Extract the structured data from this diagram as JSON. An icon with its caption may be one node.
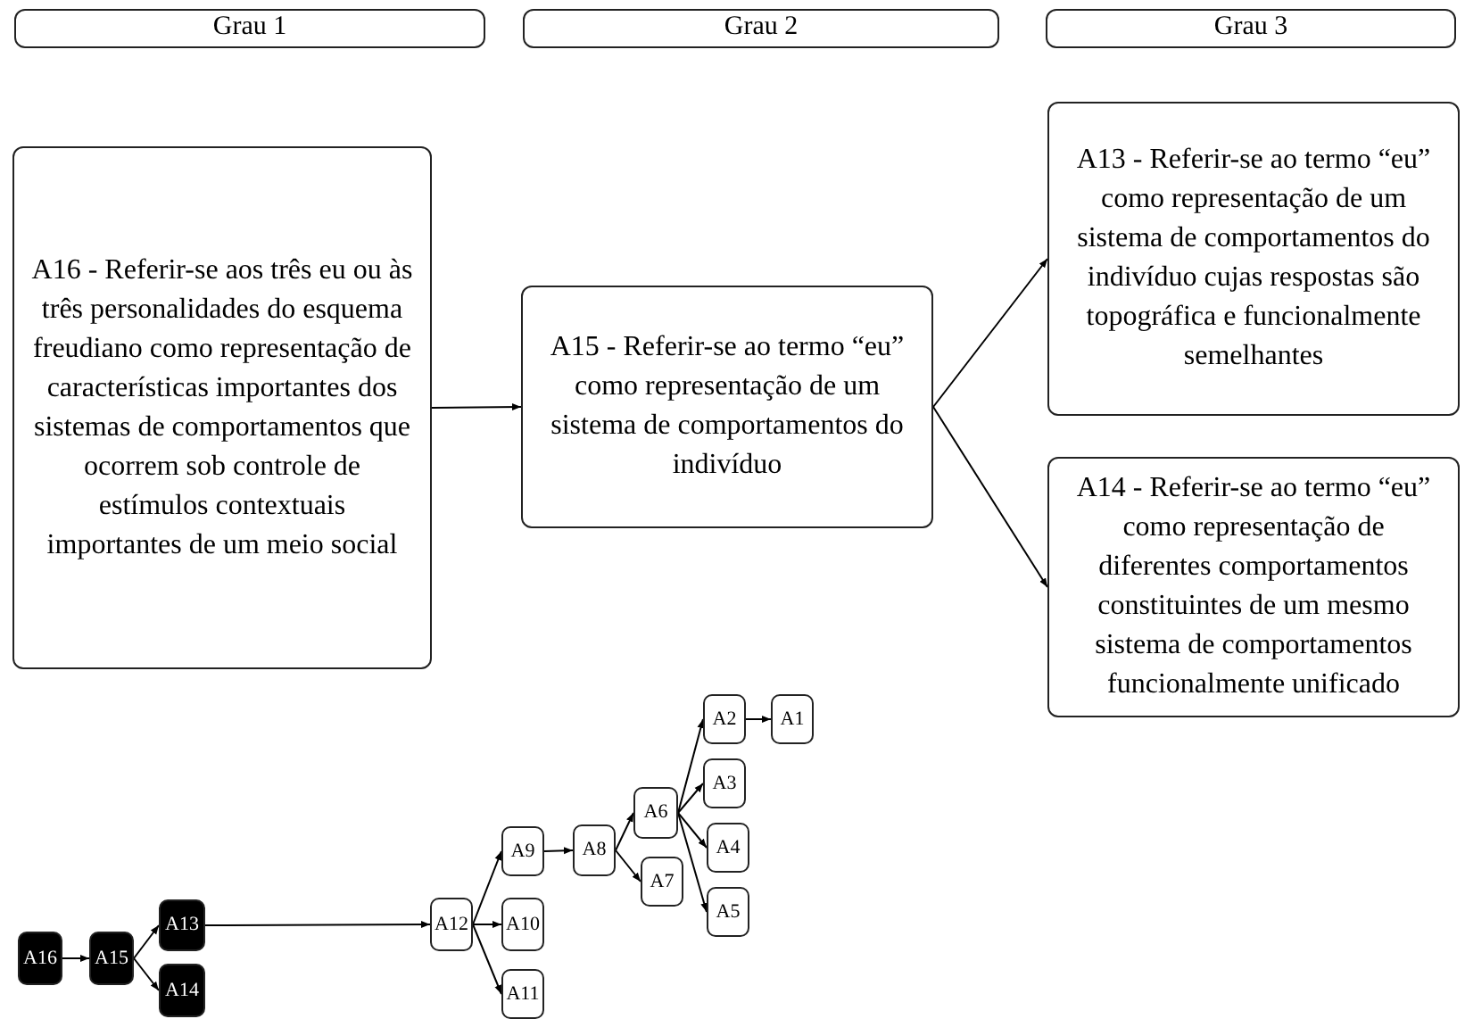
{
  "diagram": {
    "nodes": [
      {
        "text": [
          "Grau 1"
        ]
      },
      {
        "text": [
          "Grau 2"
        ]
      },
      {
        "text": [
          "Grau 3"
        ]
      },
      {
        "text": [
          "A16 - Referir-se aos três eu ou às três personalidades do esquema freudiano como representação de características importantes dos sistemas de comportamentos que ocorrem sob controle de estímulos contextuais importantes de um meio social"
        ]
      },
      {
        "text": [
          "A15 - Referir-se ao termo “eu” como representação de um sistema de comportamentos do indivíduo"
        ]
      },
      {
        "text": [
          "A13 - Referir-se ao termo “eu” como representação de um sistema de comportamentos do indivíduo cujas respostas são topográfica e funcionalmente semelhantes"
        ]
      },
      {
        "text": [
          "A14 - Referir-se ao termo “eu” como representação de diferentes comportamentos constituintes de um mesmo sistema de comportamentos funcionalmente unificado"
        ]
      },
      {
        "text": [
          "A16"
        ]
      },
      {
        "text": [
          "A15"
        ]
      },
      {
        "text": [
          "A13"
        ]
      },
      {
        "text": [
          "A14"
        ]
      },
      {
        "text": [
          "A12"
        ]
      },
      {
        "text": [
          "A9"
        ]
      },
      {
        "text": [
          "A10"
        ]
      },
      {
        "text": [
          "A11"
        ]
      },
      {
        "text": [
          "A8"
        ]
      },
      {
        "text": [
          "A6"
        ]
      },
      {
        "text": [
          "A7"
        ]
      },
      {
        "text": [
          "A2"
        ]
      },
      {
        "text": [
          "A1"
        ]
      },
      {
        "text": [
          "A3"
        ]
      },
      {
        "text": [
          "A4"
        ]
      },
      {
        "text": [
          "A5"
        ]
      }
    ],
    "edges": [
      {
        "from": 3,
        "to": 4,
        "arrow": "to"
      },
      {
        "from": 4,
        "to": 5,
        "arrow": "to"
      },
      {
        "from": 4,
        "to": 6,
        "arrow": "to"
      },
      {
        "from": 7,
        "to": 8,
        "arrow": "to"
      },
      {
        "from": 8,
        "to": 9,
        "arrow": "to"
      },
      {
        "from": 8,
        "to": 10,
        "arrow": "to"
      },
      {
        "from": 9,
        "to": 11,
        "arrow": "to"
      },
      {
        "from": 11,
        "to": 12,
        "arrow": "to"
      },
      {
        "from": 11,
        "to": 13,
        "arrow": "to"
      },
      {
        "from": 11,
        "to": 14,
        "arrow": "to"
      },
      {
        "from": 12,
        "to": 15,
        "arrow": "to"
      },
      {
        "from": 15,
        "to": 16,
        "arrow": "to"
      },
      {
        "from": 15,
        "to": 17,
        "arrow": "to"
      },
      {
        "from": 16,
        "to": 18,
        "arrow": "to"
      },
      {
        "from": 18,
        "to": 19,
        "arrow": "to"
      },
      {
        "from": 16,
        "to": 20,
        "arrow": "to"
      },
      {
        "from": 16,
        "to": 21,
        "arrow": "to"
      },
      {
        "from": 16,
        "to": 22,
        "arrow": "to"
      }
    ]
  }
}
